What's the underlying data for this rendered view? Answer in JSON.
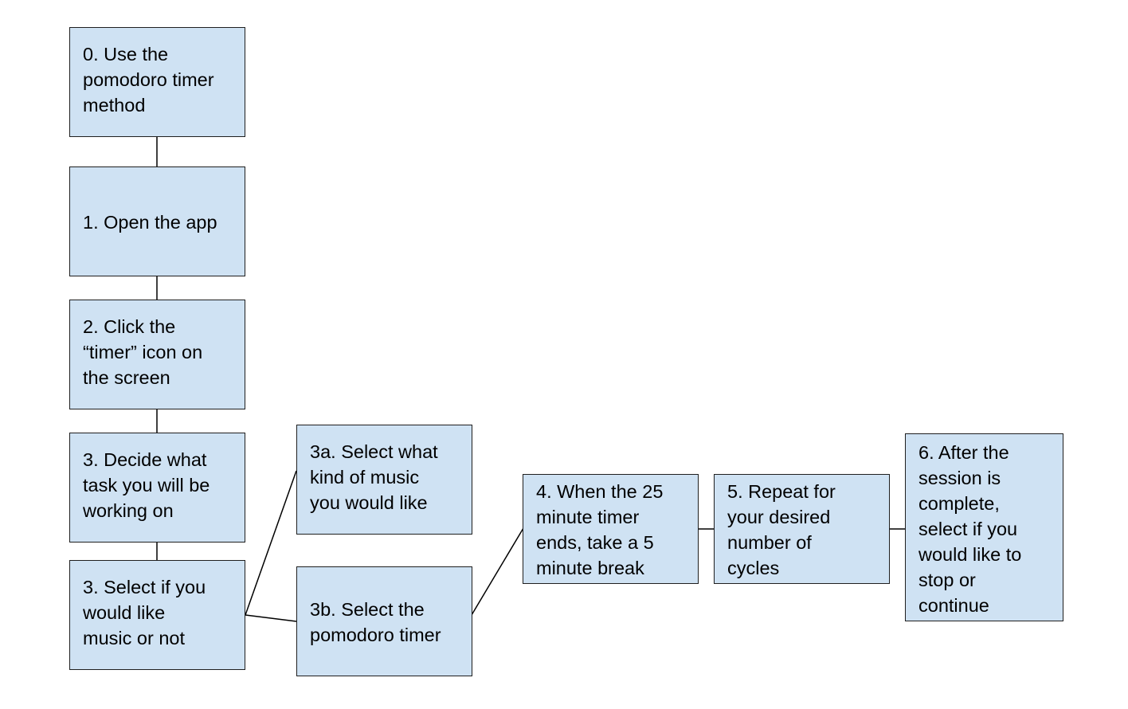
{
  "diagram": {
    "steps": {
      "s0": "0. Use the\npomodoro timer\nmethod",
      "s1": "1. Open the app",
      "s2": "2. Click the\n“timer” icon on\nthe screen",
      "s3": "3. Decide what\ntask you will be\nworking on",
      "s3sel": "3. Select if you\nwould like\nmusic or not",
      "s3a": "3a. Select what\nkind of music\nyou would like",
      "s3b": "3b. Select the\npomodoro timer",
      "s4": "4. When the 25\nminute timer\nends, take a 5\nminute break",
      "s5": "5. Repeat for\nyour desired\nnumber of\ncycles",
      "s6": "6. After the\nsession is\ncomplete,\nselect if you\nwould like to\nstop or\ncontinue"
    },
    "colors": {
      "box_fill": "#cfe2f3",
      "box_border": "#1f1f1f",
      "connector": "#000000"
    }
  }
}
